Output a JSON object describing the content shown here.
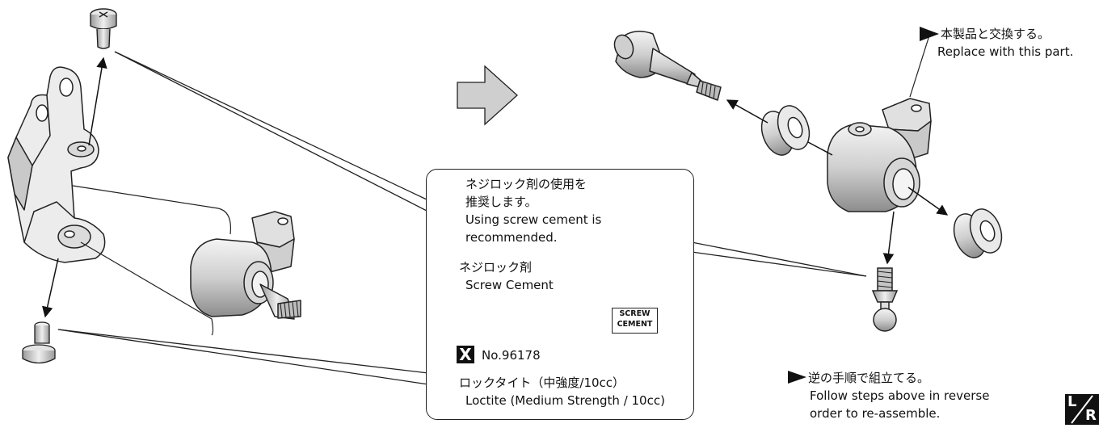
{
  "note_box": {
    "cement_recommend_jp": "ネジロック剤の使用を",
    "cement_recommend_jp_2": "推奨します。",
    "cement_recommend_en_1": "Using screw cement is",
    "cement_recommend_en_2": "recommended.",
    "cement_heading_jp": "ネジロック剤",
    "cement_heading_en": "Screw Cement",
    "tube_label_1": "SCREW",
    "tube_label_2": "CEMENT",
    "x_badge": "X",
    "part_number": "No.96178",
    "loctite_jp": "ロックタイト（中強度/10cc）",
    "loctite_en": "Loctite (Medium Strength / 10cc)"
  },
  "replace_note": {
    "jp": "本製品と交換する。",
    "en": "Replace with this part."
  },
  "reassemble_note": {
    "jp": "逆の手順で組立てる。",
    "en_1": "Follow steps above in reverse",
    "en_2": "order to re-assemble."
  },
  "corner_mark": {
    "l": "L",
    "r": "R"
  },
  "colors": {
    "line": "#222222",
    "part_fill": "#e6e6e6",
    "part_shade": "#b5b5b5",
    "arrow_fill": "#cfcfcf"
  }
}
